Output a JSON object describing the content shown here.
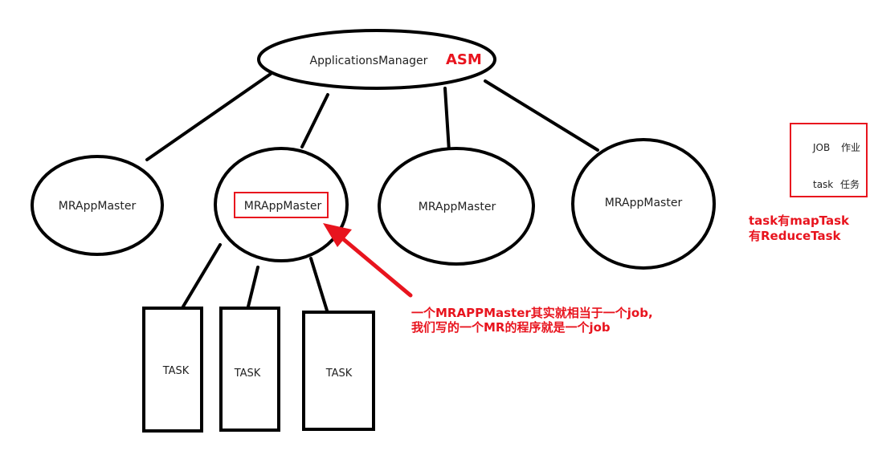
{
  "colors": {
    "stroke": "#000000",
    "annotation": "#e8141e",
    "background": "#ffffff"
  },
  "root": {
    "label": "ApplicationsManager",
    "tag": "ASM"
  },
  "app_masters": [
    {
      "label": "MRAppMaster"
    },
    {
      "label": "MRAppMaster"
    },
    {
      "label": "MRAppMaster"
    },
    {
      "label": "MRAppMaster"
    }
  ],
  "tasks": [
    {
      "label": "TASK"
    },
    {
      "label": "TASK"
    },
    {
      "label": "TASK"
    }
  ],
  "annotations": {
    "arrow_line1": "一个MRAPPMaster其实就相当于一个job,",
    "arrow_line2": "我们写的一个MR的程序就是一个job",
    "task_types_line1": "task有mapTask",
    "task_types_line2": "有ReduceTask"
  },
  "legend": {
    "row1_term": "JOB",
    "row1_meaning": "作业",
    "row2_term": "task",
    "row2_meaning": "任务"
  }
}
